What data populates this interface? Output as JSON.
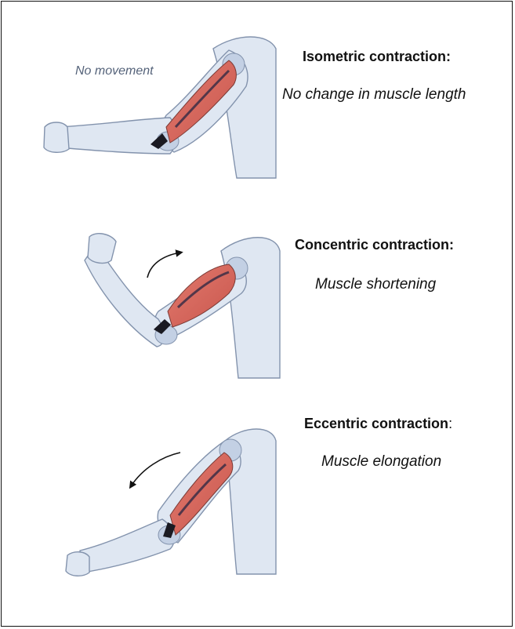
{
  "panels": [
    {
      "note": "No movement",
      "title": "Isometric contraction:",
      "title_tail": "",
      "subtitle": "No change in muscle length"
    },
    {
      "title": "Concentric contraction:",
      "title_tail": "",
      "subtitle": "Muscle shortening"
    },
    {
      "title": "Eccentric contraction",
      "title_tail": ":",
      "subtitle": "Muscle elongation"
    }
  ],
  "colors": {
    "skin": "#dfe7f2",
    "skin_outline": "#8393ad",
    "bone": "#c3d0e4",
    "muscle": "#d9695f",
    "muscle_dark": "#1b2140",
    "tendon": "#1a1a22",
    "arrow": "#111111",
    "note_text": "#55637a"
  }
}
